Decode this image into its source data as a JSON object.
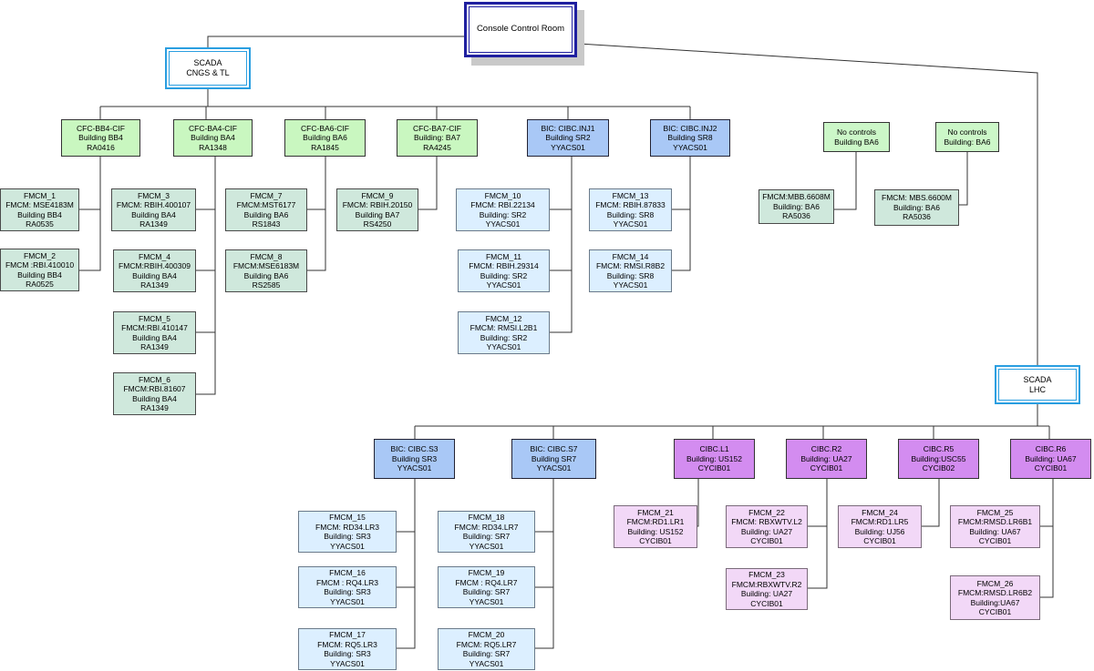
{
  "console_control_room": "Console Control Room",
  "scada_cngs": [
    "SCADA",
    "CNGS & TL"
  ],
  "scada_lhc": [
    "SCADA",
    "LHC"
  ],
  "top_controllers": [
    {
      "lines": [
        "CFC-BB4-CIF",
        "Building BB4",
        "RA0416"
      ]
    },
    {
      "lines": [
        "CFC-BA4-CIF",
        "Building BA4",
        "RA1348"
      ]
    },
    {
      "lines": [
        "CFC-BA6-CIF",
        "Building BA6",
        "RA1845"
      ]
    },
    {
      "lines": [
        "CFC-BA7-CIF",
        "Building: BA7",
        "RA4245"
      ]
    },
    {
      "lines": [
        "BIC: CIBC.INJ1",
        "Building SR2",
        "YYACS01"
      ]
    },
    {
      "lines": [
        "BIC: CIBC.INJ2",
        "Building SR8",
        "YYACS01"
      ]
    },
    {
      "lines": [
        "No controls",
        "Building BA6"
      ]
    },
    {
      "lines": [
        "No controls",
        "Building: BA6"
      ]
    }
  ],
  "top_fmcm": [
    {
      "lines": [
        "FMCM_1",
        "FMCM: MSE4183M",
        "Building BB4",
        "RA0535"
      ]
    },
    {
      "lines": [
        "FMCM_2",
        "FMCM :RBI.410010",
        "Building BB4",
        "RA0525"
      ]
    },
    {
      "lines": [
        "FMCM_3",
        "FMCM: RBIH.400107",
        "Building BA4",
        "RA1349"
      ]
    },
    {
      "lines": [
        "FMCM_4",
        "FMCM:RBIH.400309",
        "Building BA4",
        "RA1349"
      ]
    },
    {
      "lines": [
        "FMCM_5",
        "FMCM:RBI.410147",
        "Building BA4",
        "RA1349"
      ]
    },
    {
      "lines": [
        "FMCM_6",
        "FMCM:RBI.81607",
        "Building BA4",
        "RA1349"
      ]
    },
    {
      "lines": [
        "FMCM_7",
        "FMCM:MST6177",
        "Building BA6",
        "RS1843"
      ]
    },
    {
      "lines": [
        "FMCM_8",
        "FMCM:MSE6183M",
        "Building BA6",
        "RS2585"
      ]
    },
    {
      "lines": [
        "FMCM_9",
        "FMCM: RBIH.20150",
        "Building BA7",
        "RS4250"
      ]
    },
    {
      "lines": [
        "FMCM_10",
        "FMCM: RBI.22134",
        "Building: SR2",
        "YYACS01"
      ]
    },
    {
      "lines": [
        "FMCM_11",
        "FMCM: RBIH.29314",
        "Building: SR2",
        "YYACS01"
      ]
    },
    {
      "lines": [
        "FMCM_12",
        "FMCM: RMSI.L2B1",
        "Building: SR2",
        "YYACS01"
      ]
    },
    {
      "lines": [
        "FMCM_13",
        "FMCM: RBIH.87833",
        "Building: SR8",
        "YYACS01"
      ]
    },
    {
      "lines": [
        "FMCM_14",
        "FMCM: RMSI.R8B2",
        "Building: SR8",
        "YYACS01"
      ]
    },
    {
      "lines": [
        "FMCM:MBB.6608M",
        "Building: BA6",
        "RA5036"
      ]
    },
    {
      "lines": [
        "FMCM: MBS.6600M",
        "Building: BA6",
        "RA5036"
      ]
    }
  ],
  "lhc_controllers": [
    {
      "lines": [
        "BIC: CIBC.S3",
        "Building SR3",
        "YYACS01"
      ]
    },
    {
      "lines": [
        "BIC: CIBC.S7",
        "Building SR7",
        "YYACS01"
      ]
    },
    {
      "lines": [
        "CIBC.L1",
        "Building: US152",
        "CYCIB01"
      ]
    },
    {
      "lines": [
        "CIBC.R2",
        "Building: UA27",
        "CYCIB01"
      ]
    },
    {
      "lines": [
        "CIBC.R5",
        "Building:USC55",
        "CYCIB02"
      ]
    },
    {
      "lines": [
        "CIBC.R6",
        "Building: UA67",
        "CYCIB01"
      ]
    }
  ],
  "lhc_fmcm": [
    {
      "lines": [
        "FMCM_15",
        "FMCM: RD34.LR3",
        "Building: SR3",
        "YYACS01"
      ]
    },
    {
      "lines": [
        "FMCM_16",
        "FMCM : RQ4.LR3",
        "Building: SR3",
        "YYACS01"
      ]
    },
    {
      "lines": [
        "FMCM_17",
        "FMCM: RQ5.LR3",
        "Building: SR3",
        "YYACS01"
      ]
    },
    {
      "lines": [
        "FMCM_18",
        "FMCM: RD34.LR7",
        "Building: SR7",
        "YYACS01"
      ]
    },
    {
      "lines": [
        "FMCM_19",
        "FMCM : RQ4.LR7",
        "Building: SR7",
        "YYACS01"
      ]
    },
    {
      "lines": [
        "FMCM_20",
        "FMCM: RQ5.LR7",
        "Building: SR7",
        "YYACS01"
      ]
    },
    {
      "lines": [
        "FMCM_21",
        "FMCM:RD1.LR1",
        "Building: US152",
        "CYCIB01"
      ]
    },
    {
      "lines": [
        "FMCM_22",
        "FMCM: RBXWTV.L2",
        "Building: UA27",
        "CYCIB01"
      ]
    },
    {
      "lines": [
        "FMCM_23",
        "FMCM:RBXWTV.R2",
        "Building: UA27",
        "CYCIB01"
      ]
    },
    {
      "lines": [
        "FMCM_24",
        "FMCM:RD1.LR5",
        "Building: UJ56",
        "CYCIB01"
      ]
    },
    {
      "lines": [
        "FMCM_25",
        "FMCM:RMSD.LR6B1",
        "Building: UA67",
        "CYCIB01"
      ]
    },
    {
      "lines": [
        "FMCM_26",
        "FMCM:RMSD.LR6B2",
        "Building:UA67",
        "CYCIB01"
      ]
    }
  ]
}
